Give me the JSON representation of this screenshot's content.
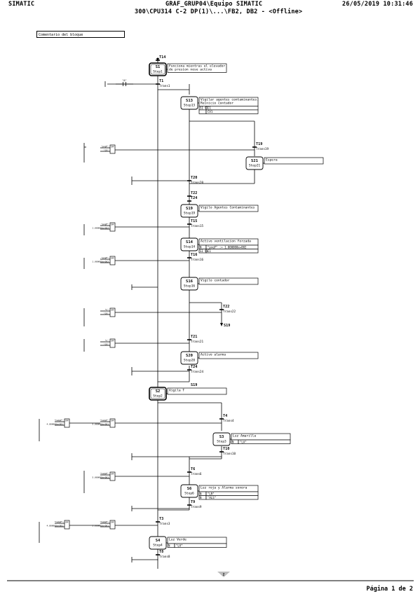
{
  "header": {
    "brand": "SIMATIC",
    "path_line1": "GRAF_GRUP04\\Equipo SIMATIC",
    "path_line2": "300\\CPU314 C-2 DP(1)\\...\\FB2, DB2 - <Offline>",
    "datetime": "26/05/2019 10:31:46"
  },
  "block_comment": "Comentario del bloque",
  "footer": {
    "page": "Página 1 de 2",
    "page_marker": "2"
  },
  "steps": [
    {
      "id": "S1",
      "name": "Step1",
      "comment": "Funciona mientras el elevador de presion nose activa"
    },
    {
      "id": "S13",
      "name": "Step13",
      "comment": "Vigilar agentes contaminantes. Reinicio contador",
      "actions": [
        [
          "S1 C1",
          "C1"
        ],
        [
          "",
          "CV1"
        ]
      ]
    },
    {
      "id": "S21",
      "name": "Step21",
      "comment": "Espera"
    },
    {
      "id": "S19",
      "name": "Step19",
      "comment": "Vigilo Agentes Contaminantes"
    },
    {
      "id": "S14",
      "name": "Step14",
      "comment": "Activo ventilacion forzada",
      "actions": [
        [
          "N",
          "\"pxgF\" := 1.000000e+002"
        ],
        [
          "S1 CU",
          "C1"
        ]
      ]
    },
    {
      "id": "S16",
      "name": "Step16",
      "comment": "Vigilo contador"
    },
    {
      "id": "S20",
      "name": "Step20",
      "comment": "Activo alarma"
    },
    {
      "id": "S2",
      "name": "Step2",
      "comment": "Vigila T"
    },
    {
      "id": "S3",
      "name": "Step3",
      "comment": "Luz Amarilla",
      "actions": [
        [
          "N",
          "\"LA\""
        ]
      ]
    },
    {
      "id": "S6",
      "name": "Step6",
      "comment": "Luz roja y Alarma sonora",
      "actions": [
        [
          "N",
          "\"LR\""
        ],
        [
          "N",
          "\"ALS\""
        ]
      ]
    },
    {
      "id": "S4",
      "name": "Step4",
      "comment": "Luz Verde",
      "actions": [
        [
          "N",
          "\"LV\""
        ]
      ]
    }
  ],
  "transitions": [
    {
      "id": "T14",
      "name": ""
    },
    {
      "id": "T1",
      "name": "Trans1"
    },
    {
      "id": "T19",
      "name": "Trans19"
    },
    {
      "id": "T20",
      "name": "Trans20"
    },
    {
      "id": "T22",
      "name": ""
    },
    {
      "id": "T24",
      "name": ""
    },
    {
      "id": "T15",
      "name": "Trans15"
    },
    {
      "id": "T16",
      "name": "Trans16"
    },
    {
      "id": "T22",
      "name": "Trans22"
    },
    {
      "id": "T21",
      "name": "Trans21"
    },
    {
      "id": "T24",
      "name": "Trans24"
    },
    {
      "id": "T4",
      "name": "Trans4"
    },
    {
      "id": "T10",
      "name": "Trans10"
    },
    {
      "id": "T6",
      "name": "Trans6"
    },
    {
      "id": "T9",
      "name": "Trans9"
    },
    {
      "id": "T3",
      "name": "Trans3"
    },
    {
      "id": "T8",
      "name": "Trans8"
    }
  ],
  "jumps": [
    "S19",
    "S19"
  ],
  "contact_labels": {
    "t1": "\"A\"",
    "t19a": "\"pxgF\"",
    "t19b": "\"CV\"",
    "t15a": "\"pxgF\"",
    "t15b": "1.000000e+002",
    "t16a": "\"pxgF\"",
    "t16b": "1.000000e+002",
    "t22a": "\"L\"",
    "t22b": "\"CV\"",
    "t21a": "\"L\"",
    "t21b": "\"CV\"",
    "t4a": "\"tempF\"",
    "t4b": "4.000000e+001",
    "t4c": "\"tempF\"",
    "t4d": "5.000000e+001",
    "t6a": "\"tempF\"",
    "t6b": "5.000000e+001",
    "t3a": "\"tempF\"",
    "t3b": "4.000000e+001",
    "t3c": "\"tempF\"",
    "t3d": "5.000000e+001"
  }
}
